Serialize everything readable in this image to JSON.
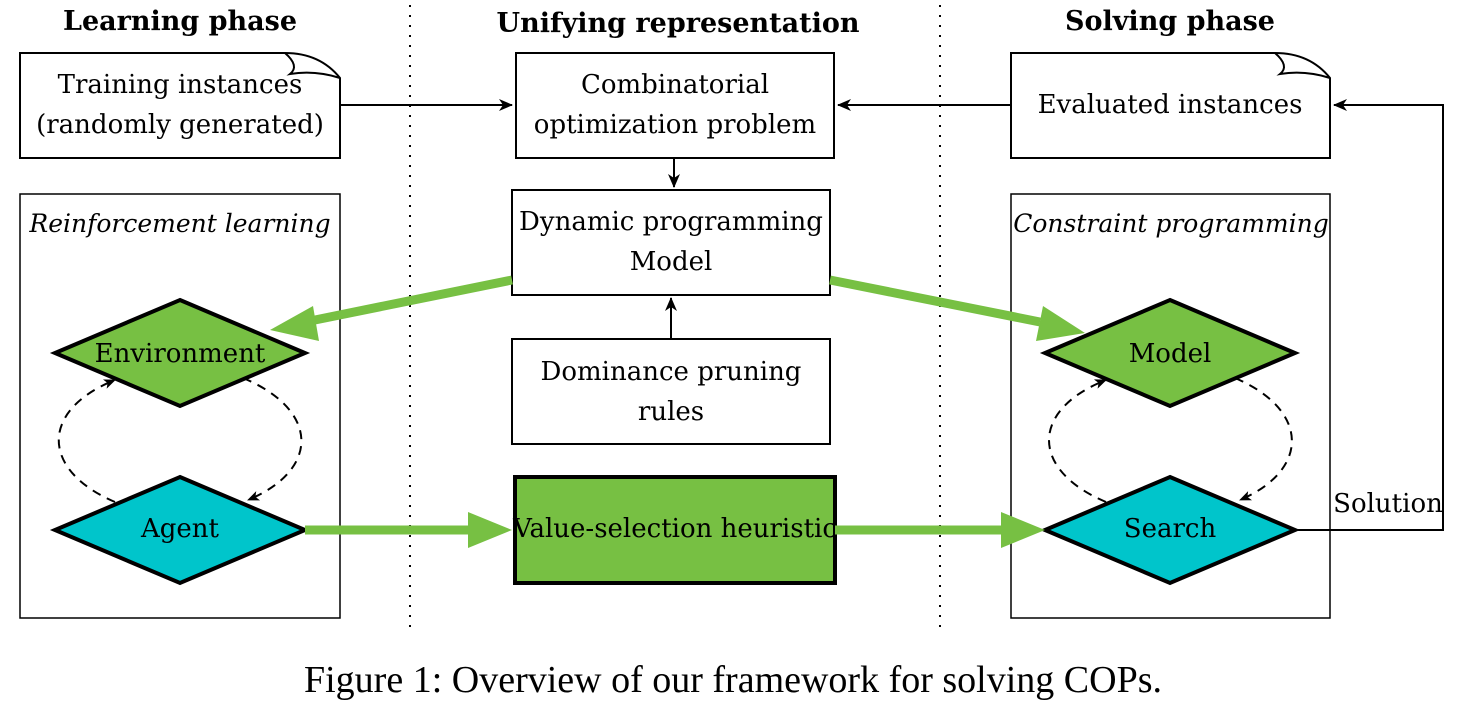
{
  "phases": {
    "learning": "Learning phase",
    "unifying": "Unifying representation",
    "solving": "Solving phase"
  },
  "boxes": {
    "training_line1": "Training instances",
    "training_line2": "(randomly generated)",
    "cop_line1": "Combinatorial",
    "cop_line2": "optimization problem",
    "evaluated": "Evaluated instances",
    "dp_line1": "Dynamic programming",
    "dp_line2": "Model",
    "dominance_line1": "Dominance pruning",
    "dominance_line2": "rules",
    "heuristic": "Value-selection heuristic"
  },
  "panels": {
    "rl_title": "Reinforcement learning",
    "cp_title": "Constraint programming"
  },
  "nodes": {
    "environment": "Environment",
    "agent": "Agent",
    "model": "Model",
    "search": "Search"
  },
  "edge_labels": {
    "solution": "Solution"
  },
  "caption": "Figure 1: Overview of our framework for solving COPs.",
  "colors": {
    "green": "#77c043",
    "cyan": "#00c5cb",
    "black": "#000000"
  }
}
